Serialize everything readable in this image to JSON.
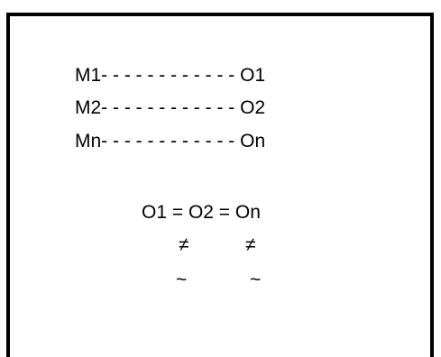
{
  "mappings": [
    {
      "text": "M1- - - - - - - - - - - - O1"
    },
    {
      "text": "M2- - - - - - - - - - - - O2"
    },
    {
      "text": "Mn- - - - - - - - - - - - On"
    }
  ],
  "equation": "O1 = O2 = On",
  "not_equal_symbols": [
    "≠",
    "≠"
  ],
  "tilde_symbols": [
    "~",
    "~"
  ]
}
